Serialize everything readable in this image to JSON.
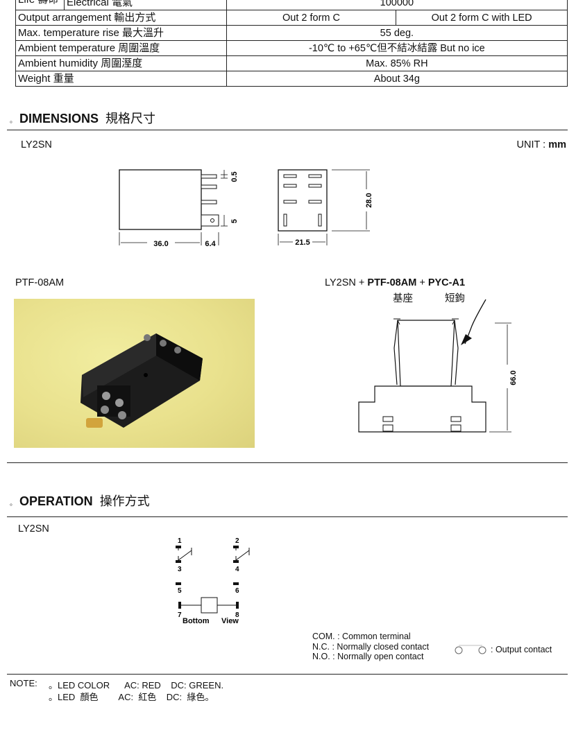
{
  "spec_table": {
    "life_label": "Life 壽命",
    "electrical_label": "Electrical 電氣",
    "electrical_value": "100000",
    "output_label": "Output arrangement 輸出方式",
    "output_value_1": "Out 2 form C",
    "output_value_2": "Out 2 form C with LED",
    "temp_rise_label": "Max. temperature rise 最大溫升",
    "temp_rise_value": "55 deg.",
    "ambient_temp_label": "Ambient temperature 周圍溫度",
    "ambient_temp_value": "-10℃  to +65℃但不結冰結露 But no ice",
    "humidity_label": "Ambient humidity 周圍溼度",
    "humidity_value": "Max. 85% RH",
    "weight_label": "Weight 重量",
    "weight_value": "About 34g"
  },
  "dimensions": {
    "title_bold": "DIMENSIONS",
    "title_cn": "規格尺寸",
    "model": "LY2SN",
    "unit_label": "UNIT : ",
    "unit_value": "mm",
    "dim_width": "36.0",
    "dim_pin": "6.4",
    "dim_gap": "0.5",
    "dim_pin_len": "5",
    "dim_depth": "21.5",
    "dim_height": "28.0",
    "socket_model": "PTF-08AM",
    "assembly_model_1": "LY2SN",
    "assembly_plus": "+",
    "assembly_model_2": "PTF-08AM",
    "assembly_model_3": "PYC-A1",
    "assembly_cn_1": "基座",
    "assembly_cn_2": "短鉤",
    "assembly_height": "66.0"
  },
  "operation": {
    "title_bold": "OPERATION",
    "title_cn": "操作方式",
    "model": "LY2SN",
    "pins": [
      "1",
      "2",
      "3",
      "4",
      "5",
      "6",
      "7",
      "8"
    ],
    "bottom_label": "Bottom",
    "view_label": "View",
    "legend_com": "COM. : Common  terminal",
    "legend_nc": "N.C.  : Normally  closed  contact",
    "legend_no": "N.O.  : Normally  open  contact",
    "output_contact": ": Output  contact"
  },
  "note": {
    "label": "NOTE:",
    "line1": "。LED COLOR      AC: RED    DC: GREEN.",
    "line2": "。LED  顏色        AC:  紅色    DC:  綠色。"
  }
}
